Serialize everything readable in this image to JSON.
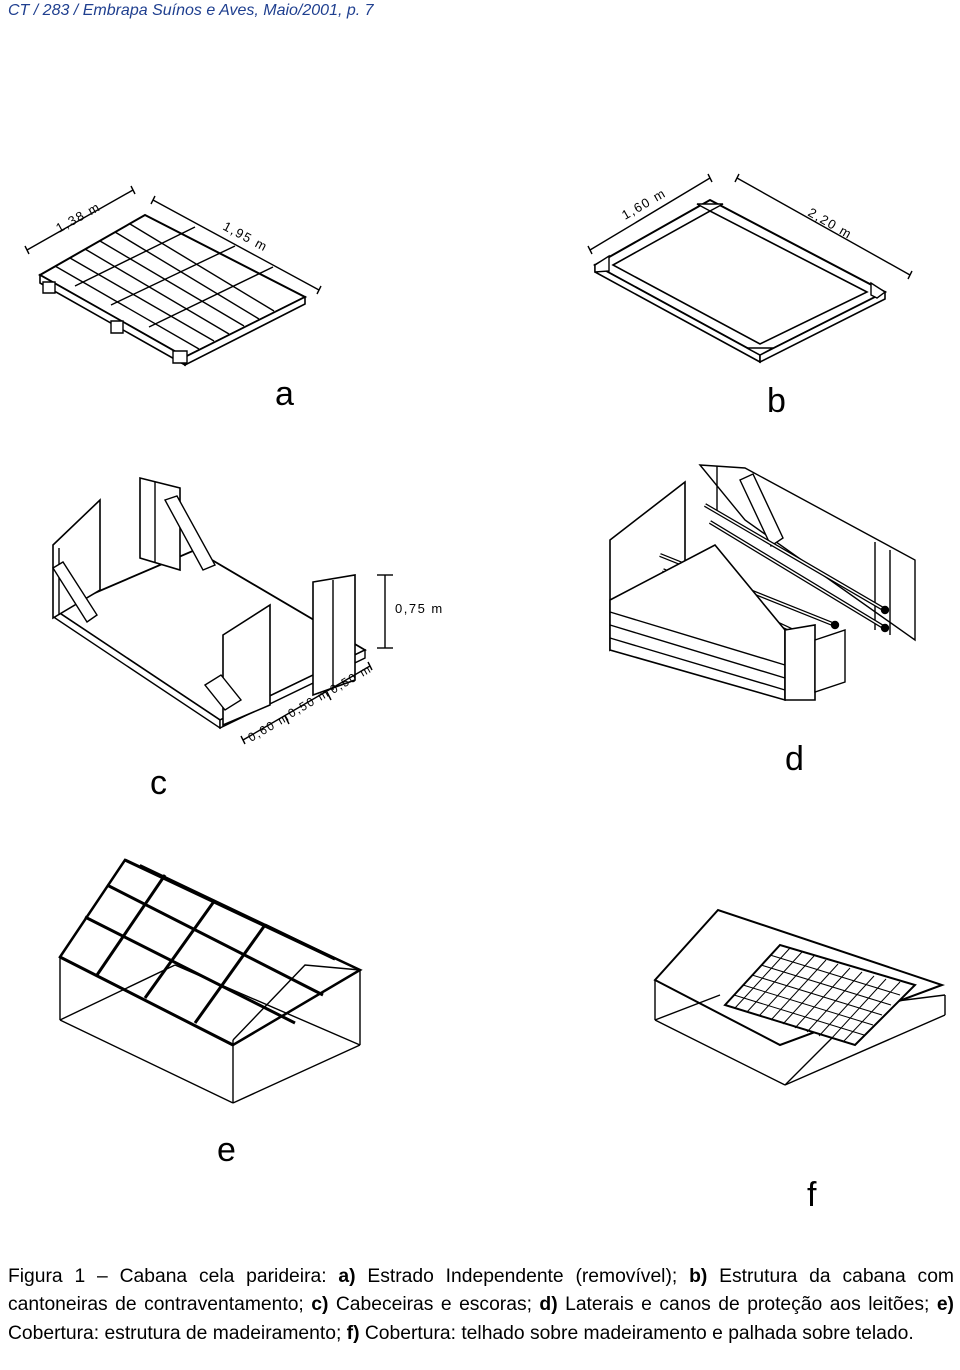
{
  "header": "CT / 283 / Embrapa Suínos e Aves, Maio/2001, p. 7",
  "panels": {
    "a": {
      "label": "a",
      "dims": [
        "1,38 m",
        "1,95 m"
      ]
    },
    "b": {
      "label": "b",
      "dims": [
        "1,60 m",
        "2,20 m"
      ]
    },
    "c": {
      "label": "c",
      "dims": [
        "0,75 m",
        "0,60 m",
        "0,50 m",
        "0,50 m"
      ]
    },
    "d": {
      "label": "d"
    },
    "e": {
      "label": "e"
    },
    "f": {
      "label": "f"
    }
  },
  "caption": {
    "lead": "Figura 1 – Cabana cela parideira: ",
    "parts": [
      {
        "key": "a)",
        "text": " Estrado Independente (removível); "
      },
      {
        "key": "b)",
        "text": " Estrutura da cabana com cantoneiras de contraventamento; "
      },
      {
        "key": "c)",
        "text": " Cabeceiras e escoras; "
      },
      {
        "key": "d)",
        "text": " Laterais e canos de proteção aos leitões; "
      },
      {
        "key": "e)",
        "text": " Cobertura: estrutura de madeiramento; "
      },
      {
        "key": "f)",
        "text": " Cobertura: telhado sobre madeiramento e palhada sobre telado."
      }
    ]
  }
}
